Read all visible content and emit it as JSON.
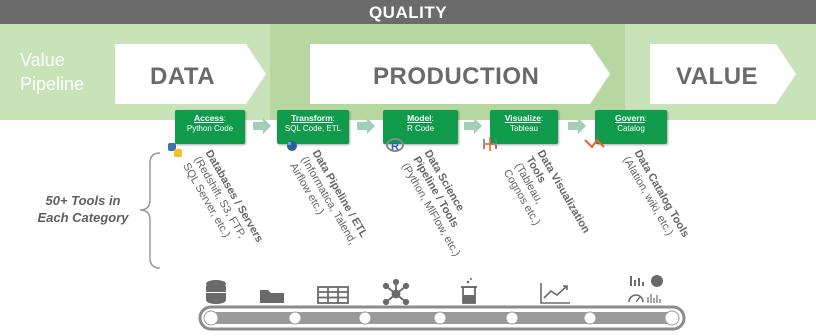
{
  "quality_label": "QUALITY",
  "value_pipeline": {
    "line1": "Value",
    "line2": "Pipeline"
  },
  "chevrons": {
    "data": "DATA",
    "production": "PRODUCTION",
    "value": "VALUE"
  },
  "stages": [
    {
      "title": "Access",
      "sub": "Python Code",
      "icon": "python-icon"
    },
    {
      "title": "Transform",
      "sub": "SQL Code, ETL",
      "icon": "etl-icon"
    },
    {
      "title": "Model",
      "sub": "R Code",
      "icon": "r-icon"
    },
    {
      "title": "Visualize",
      "sub": "Tableau",
      "icon": "tableau-icon"
    },
    {
      "title": "Govern",
      "sub": "Catalog",
      "icon": "catalog-icon"
    }
  ],
  "tools_label": {
    "line1": "50+ Tools in",
    "line2": "Each Category"
  },
  "categories": [
    {
      "bold1": "Databases / Servers",
      "rest": [
        "(Redshift, S3, FTP,",
        "SQL Server, etc.)"
      ]
    },
    {
      "bold1": "Data Pipeline / ETL",
      "rest": [
        "(Informatica, Talend,",
        "Airflow etc.)"
      ]
    },
    {
      "bold1": "Data Science",
      "bold2": "Pipeline / Tools",
      "rest": [
        "(Python, MlFlow, etc.)"
      ]
    },
    {
      "bold1": "Data Visualization",
      "bold2": "Tools",
      "rest": [
        "(Tableau,",
        "Cognos etc.)"
      ]
    },
    {
      "bold1": "Data Catalog Tools",
      "rest": [
        "(Alation, wiki, etc.)"
      ]
    }
  ],
  "conveyor_icons": [
    "database-icon",
    "folder-icon",
    "table-icon",
    "network-icon",
    "beaker-icon",
    "line-chart-icon",
    "dashboard-icon"
  ],
  "colors": {
    "quality_bar": "#6b6b6b",
    "stage_green": "#0f9a4c",
    "band_light": "#c9e3b9",
    "band_mid": "#b6d8a0",
    "text_gray": "#6a6a6a"
  }
}
